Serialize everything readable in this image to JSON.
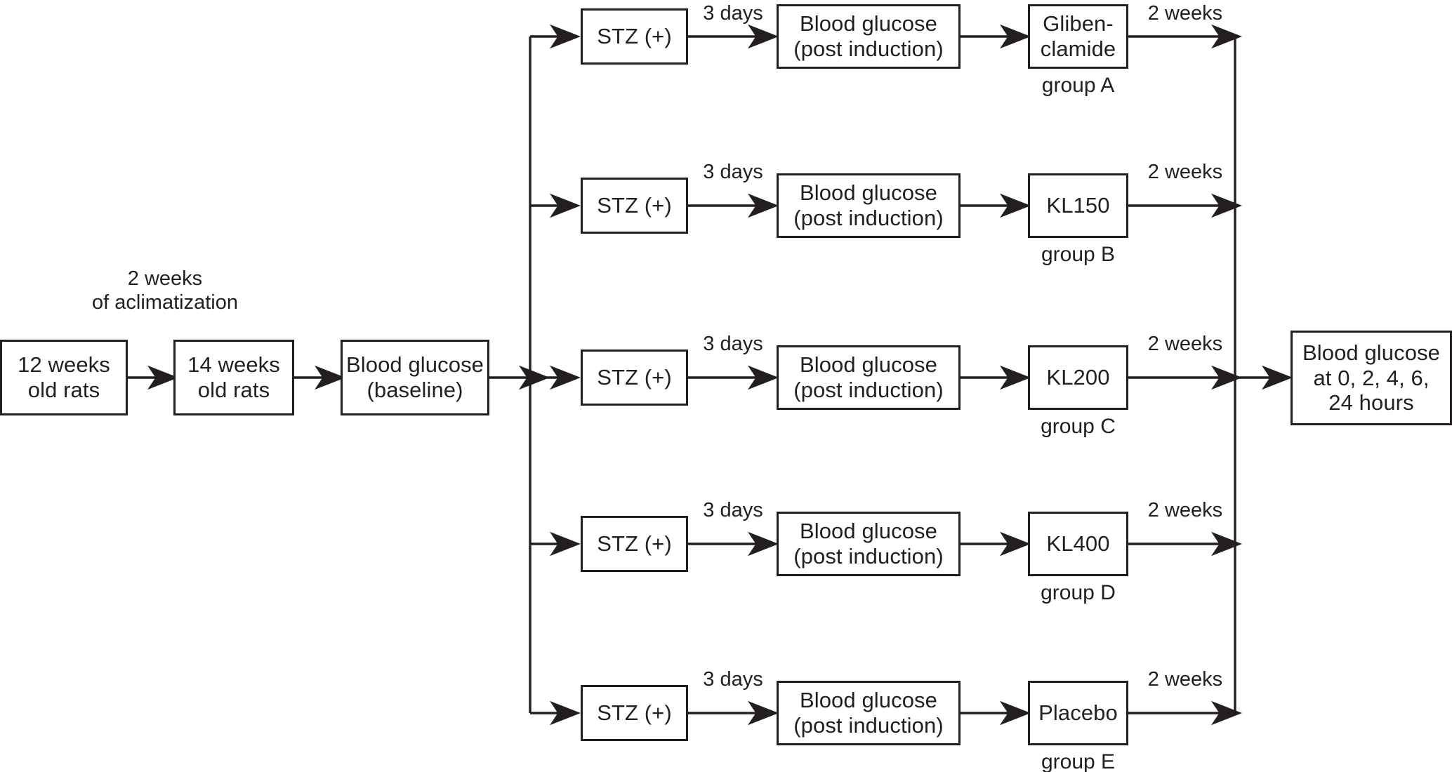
{
  "figure": {
    "type": "flowchart",
    "orientation": "left-to-right",
    "background_color": "#ffffff",
    "line_color": "#231f20"
  },
  "start_chain": {
    "acclimatization_label": "2 weeks\nof aclimatization",
    "nodes": [
      {
        "id": "rats12",
        "text": "12 weeks\nold rats"
      },
      {
        "id": "rats14",
        "text": "14 weeks\nold rats"
      },
      {
        "id": "baseline",
        "text": "Blood glucose\n(baseline)"
      }
    ]
  },
  "branches": [
    {
      "row": 1,
      "induction": "STZ (+)",
      "induction_delay_label": "3 days",
      "measurement": "Blood glucose\n(post induction)",
      "treatment": "Gliben-\nclamide",
      "group_label": "group A",
      "treatment_duration_label": "2 weeks"
    },
    {
      "row": 2,
      "induction": "STZ (+)",
      "induction_delay_label": "3 days",
      "measurement": "Blood glucose\n(post induction)",
      "treatment": "KL150",
      "group_label": "group B",
      "treatment_duration_label": "2 weeks"
    },
    {
      "row": 3,
      "induction": "STZ (+)",
      "induction_delay_label": "3 days",
      "measurement": "Blood glucose\n(post induction)",
      "treatment": "KL200",
      "group_label": "group C",
      "treatment_duration_label": "2 weeks"
    },
    {
      "row": 4,
      "induction": "STZ (+)",
      "induction_delay_label": "3 days",
      "measurement": "Blood glucose\n(post induction)",
      "treatment": "KL400",
      "group_label": "group D",
      "treatment_duration_label": "2 weeks"
    },
    {
      "row": 5,
      "induction": "STZ (+)",
      "induction_delay_label": "3 days",
      "measurement": "Blood glucose\n(post induction)",
      "treatment": "Placebo",
      "group_label": "group E",
      "treatment_duration_label": "2 weeks"
    }
  ],
  "endpoint": {
    "text": "Blood glucose\nat 0, 2, 4, 6,\n24 hours"
  }
}
